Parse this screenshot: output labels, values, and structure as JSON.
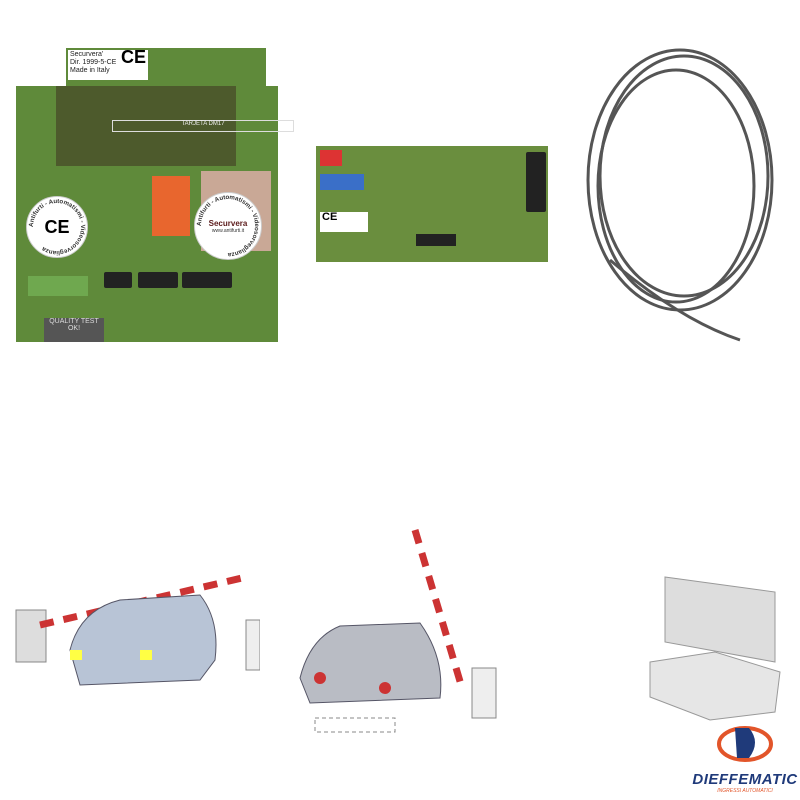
{
  "board1": {
    "label_lines": [
      "Securvera'",
      "Dir. 1999-5-CE",
      "Made in Italy"
    ],
    "ce_mark": "CE",
    "silkscreen": "TARJETA DM17",
    "sticker_left": {
      "ring_text": "Antifurti - Automatismi - Videosorveglianza",
      "center": "CE"
    },
    "sticker_right": {
      "ring_text": "Antifurti - Automatismi - Videosorveglianza",
      "brand": "Securvera",
      "url": "www.antifurti.it"
    },
    "quality_label": [
      "QUALITY TEST",
      "OK!"
    ]
  },
  "board2": {
    "ce_mark": "CE"
  },
  "logo": {
    "name": "DIEFFEMATIC",
    "tagline": "INGRESSI AUTOMATICI",
    "colors": {
      "blue": "#1f3a7a",
      "orange": "#e2552a"
    }
  }
}
